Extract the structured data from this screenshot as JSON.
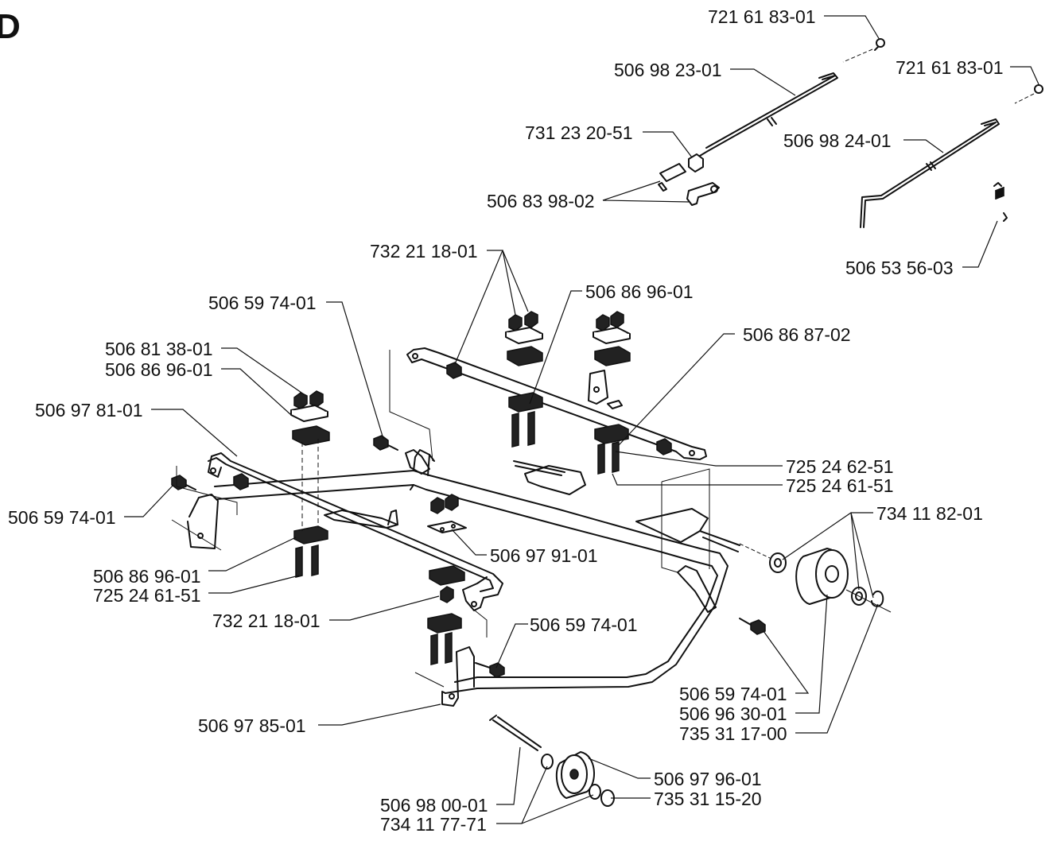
{
  "corner_mark": "D",
  "labels": [
    {
      "id": "l1",
      "text": "721 61 83-01"
    },
    {
      "id": "l2",
      "text": "506 98 23-01"
    },
    {
      "id": "l3",
      "text": "721 61 83-01"
    },
    {
      "id": "l4",
      "text": "731 23 20-51"
    },
    {
      "id": "l5",
      "text": "506 98 24-01"
    },
    {
      "id": "l6",
      "text": "506 83 98-02"
    },
    {
      "id": "l7",
      "text": "506 53 56-03"
    },
    {
      "id": "l8",
      "text": "732 21 18-01"
    },
    {
      "id": "l9",
      "text": "506 86 96-01"
    },
    {
      "id": "l10",
      "text": "506 59 74-01"
    },
    {
      "id": "l11",
      "text": "506 86 87-02"
    },
    {
      "id": "l12",
      "text": "506 81 38-01"
    },
    {
      "id": "l13",
      "text": "506 86 96-01"
    },
    {
      "id": "l14",
      "text": "506 97 81-01"
    },
    {
      "id": "l15",
      "text": "725 24 62-51"
    },
    {
      "id": "l16",
      "text": "725 24 61-51"
    },
    {
      "id": "l17",
      "text": "506 59 74-01"
    },
    {
      "id": "l18",
      "text": "734 11 82-01"
    },
    {
      "id": "l19",
      "text": "506 97 91-01"
    },
    {
      "id": "l20",
      "text": "506 86 96-01"
    },
    {
      "id": "l21",
      "text": "725 24 61-51"
    },
    {
      "id": "l22",
      "text": "732 21 18-01"
    },
    {
      "id": "l23",
      "text": "506 59 74-01"
    },
    {
      "id": "l24",
      "text": "506 59 74-01"
    },
    {
      "id": "l25",
      "text": "506 96 30-01"
    },
    {
      "id": "l26",
      "text": "735 31 17-00"
    },
    {
      "id": "l27",
      "text": "506 97 85-01"
    },
    {
      "id": "l28",
      "text": "506 97 96-01"
    },
    {
      "id": "l29",
      "text": "735 31 15-20"
    },
    {
      "id": "l30",
      "text": "506 98 00-01"
    },
    {
      "id": "l31",
      "text": "734 11 77-71"
    }
  ]
}
